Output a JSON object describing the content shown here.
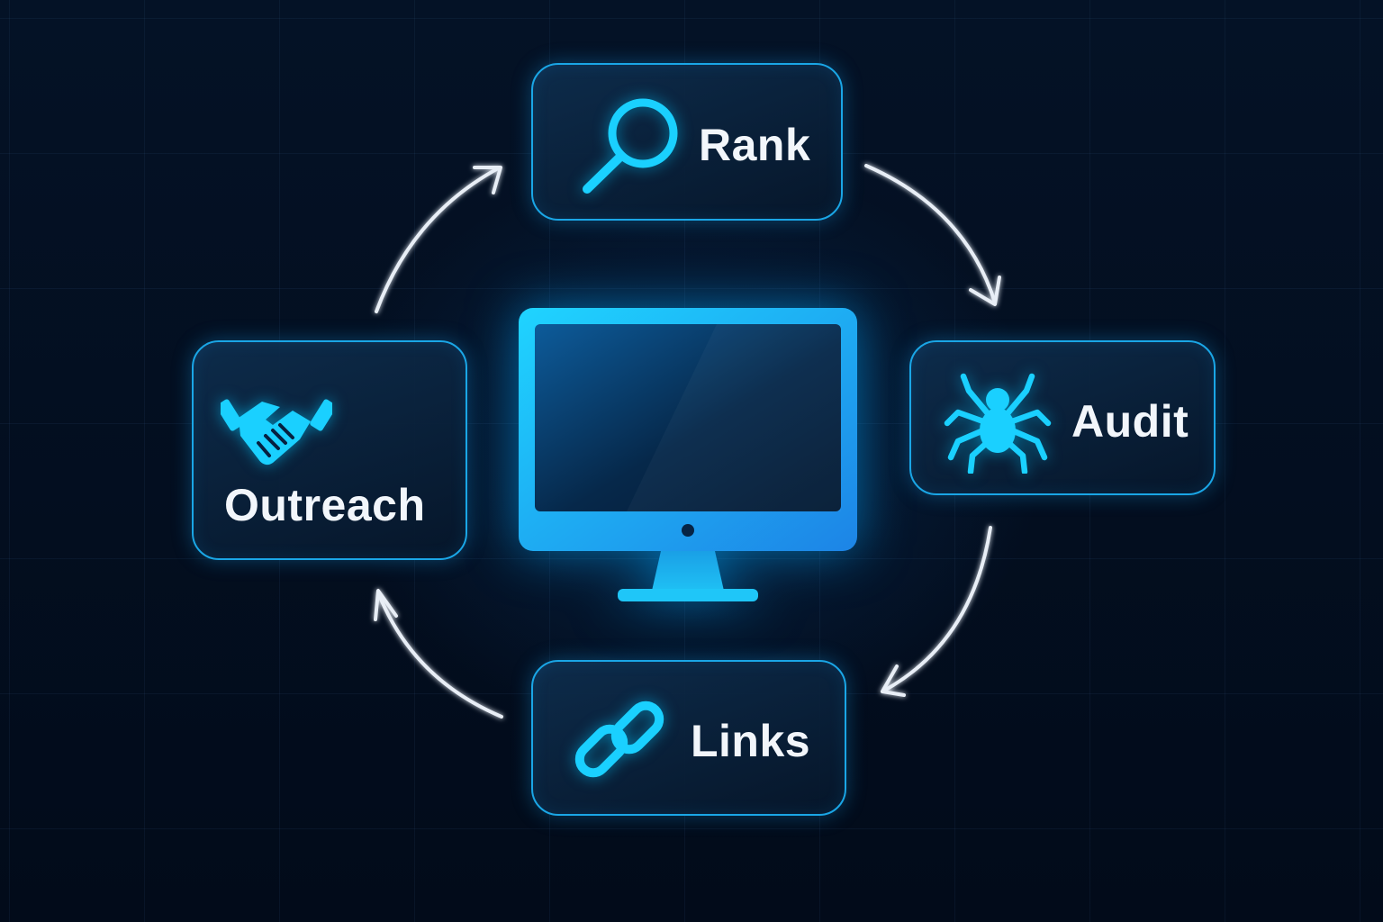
{
  "diagram": {
    "nodes": [
      {
        "id": "rank",
        "label": "Rank",
        "icon": "magnifying-glass-icon"
      },
      {
        "id": "audit",
        "label": "Audit",
        "icon": "spider-icon"
      },
      {
        "id": "links",
        "label": "Links",
        "icon": "chain-link-icon"
      },
      {
        "id": "outreach",
        "label": "Outreach",
        "icon": "handshake-icon"
      }
    ],
    "center": {
      "icon": "monitor-icon"
    },
    "edges": [
      {
        "from": "rank",
        "to": "audit"
      },
      {
        "from": "audit",
        "to": "links"
      },
      {
        "from": "links",
        "to": "outreach"
      },
      {
        "from": "outreach",
        "to": "rank"
      }
    ]
  },
  "colors": {
    "background": "#020c1c",
    "accent": "#1ad0ff",
    "border": "#1aa6e6",
    "text": "#f2f6fb",
    "arrow": "#e8eef6"
  }
}
